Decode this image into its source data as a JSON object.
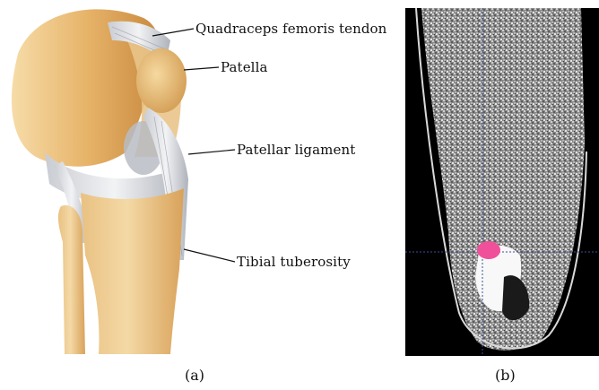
{
  "figure": {
    "panel_a": {
      "labels": {
        "quadriceps": "Quadraceps femoris tendon",
        "patella": "Patella",
        "ligament": "Patellar ligament",
        "tibial": "Tibial tuberosity"
      },
      "caption": "(a)"
    },
    "panel_b": {
      "caption": "(b)",
      "marker_color": "#f0509a"
    }
  }
}
